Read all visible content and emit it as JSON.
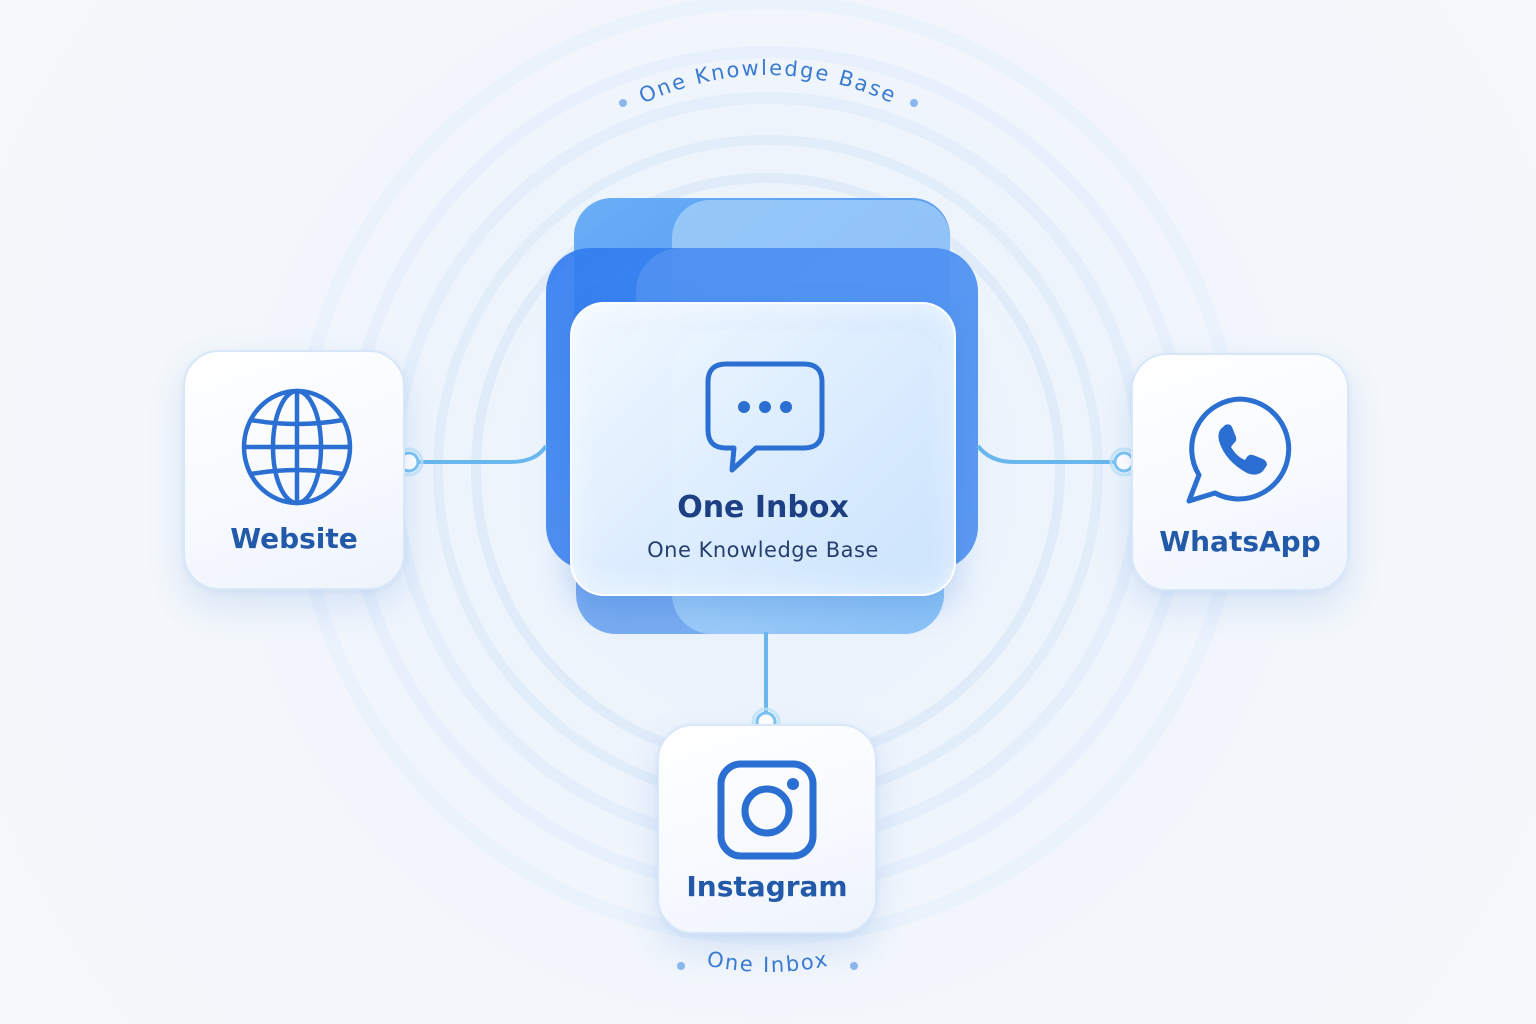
{
  "center": {
    "title": "One Inbox",
    "subtitle": "One Knowledge Base",
    "icon": "chat-bubble-icon"
  },
  "arc_labels": {
    "top": "One Knowledge Base",
    "bottom": "One Inbox"
  },
  "channels": [
    {
      "label": "Website",
      "icon": "globe-icon"
    },
    {
      "label": "WhatsApp",
      "icon": "whatsapp-icon"
    },
    {
      "label": "Instagram",
      "icon": "instagram-icon"
    }
  ],
  "colors": {
    "accent": "#2f74d8",
    "icon_stroke": "#2a6fd1",
    "label_text": "#2259a8",
    "connector": "#69b7ee",
    "background": "#f3f7fc"
  }
}
